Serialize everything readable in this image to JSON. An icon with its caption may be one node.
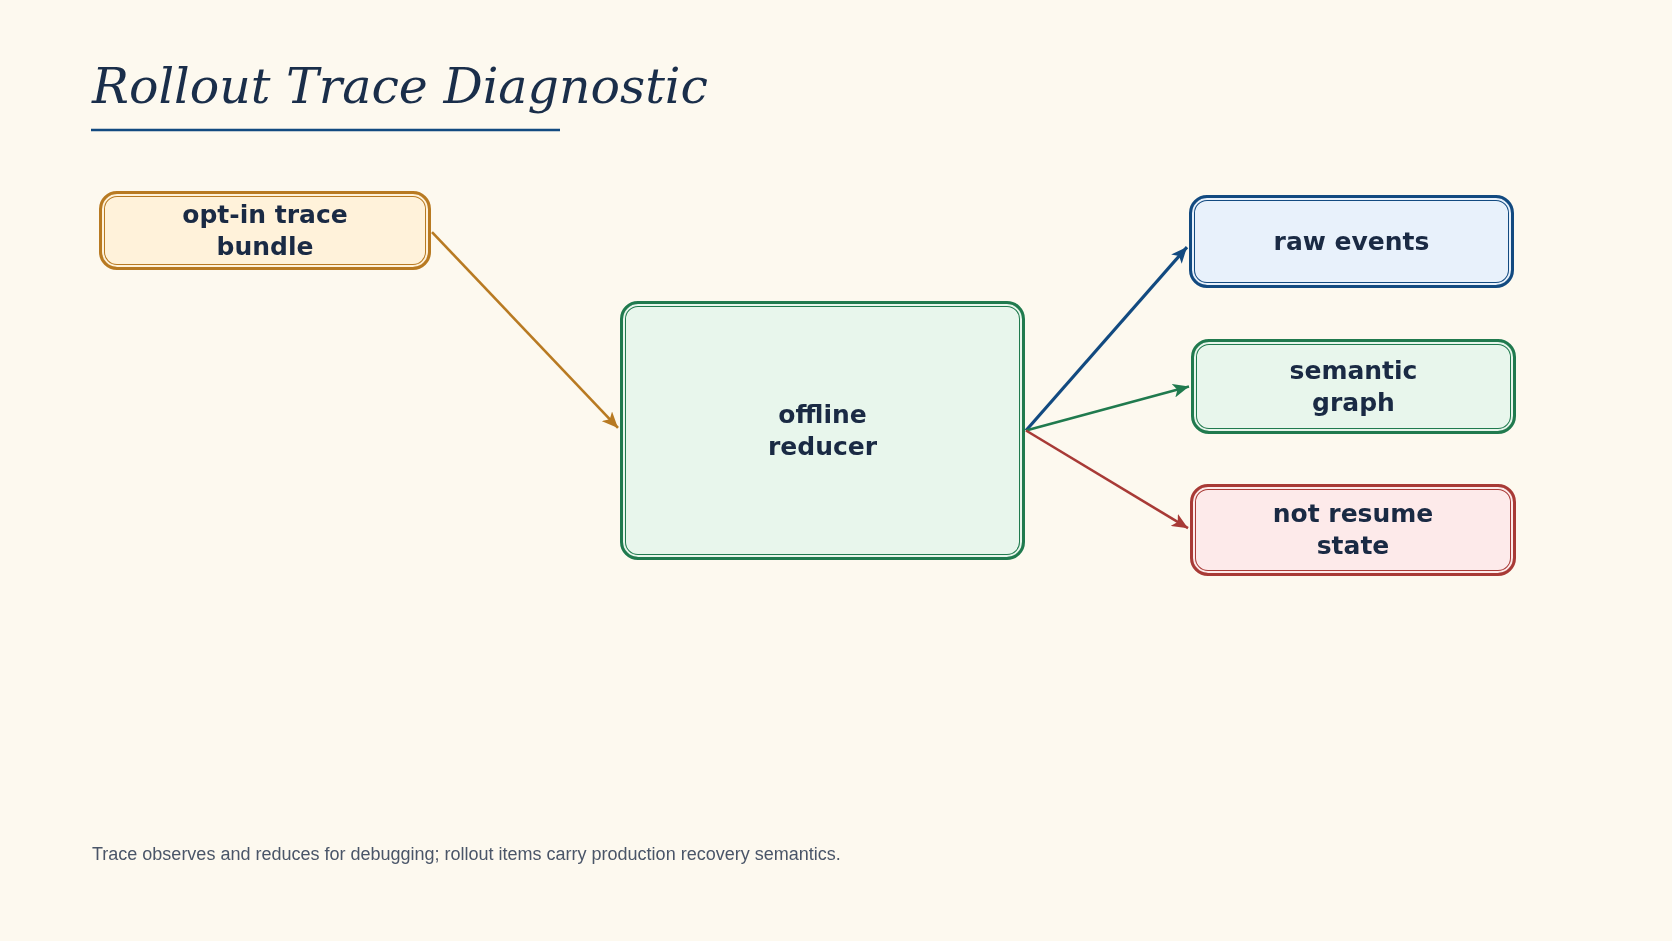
{
  "diagram": {
    "title": "Rollout Trace Diagnostic",
    "nodes": [
      {
        "text": [
          "opt-in trace bundle"
        ]
      },
      {
        "text": [
          "offline reducer"
        ]
      },
      {
        "text": [
          "raw events"
        ]
      },
      {
        "text": [
          "semantic graph"
        ]
      },
      {
        "text": [
          "not resume state"
        ]
      }
    ],
    "edges": [
      {
        "from": 0,
        "to": 1,
        "arrow": "to",
        "color": "#b87a22"
      },
      {
        "from": 1,
        "to": 2,
        "arrow": "to",
        "color": "#124a80"
      },
      {
        "from": 1,
        "to": 3,
        "arrow": "to",
        "color": "#207a4e"
      },
      {
        "from": 1,
        "to": 4,
        "arrow": "to",
        "color": "#a83a36"
      }
    ],
    "caption": "Trace observes and reduces for debugging; rollout items carry production recovery semantics."
  }
}
